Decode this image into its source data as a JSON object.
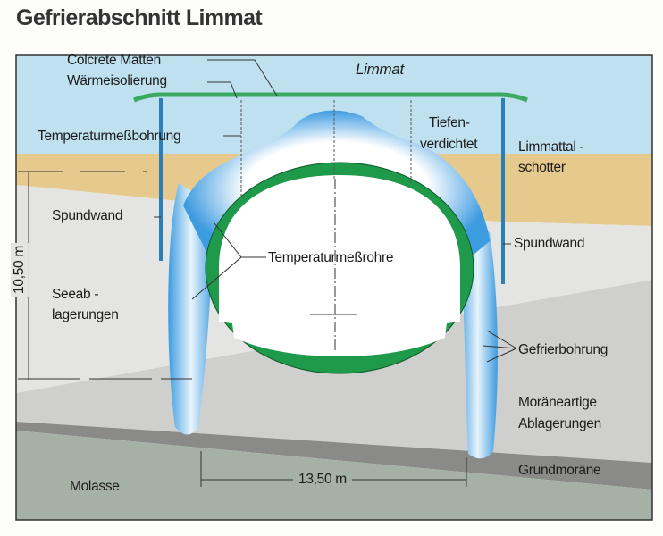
{
  "title": "Gefrierabschnitt Limmat",
  "labels": {
    "colcrete": "Colcrete Matten",
    "waermeisolierung": "Wärmeisolierung",
    "limmat": "Limmat",
    "temp_bohrung": "Temperaturmeßbohrung",
    "tiefen": "Tiefen-",
    "verdichtet": "verdichtet",
    "limmattal": "Limmattal -",
    "schotter": "schotter",
    "spundwand_left": "Spundwand",
    "spundwand_right": "Spundwand",
    "temp_rohre": "Temperaturmeßrohre",
    "seeab": "Seeab -",
    "lagerungen": "lagerungen",
    "gefrierbohrung": "Gefrierbohrung",
    "moraene1": "Moräneartige",
    "moraene2": "Ablagerungen",
    "grundmoraene": "Grundmoräne",
    "molasse": "Molasse"
  },
  "dimensions": {
    "height": "10,50 m",
    "width": "13,50 m"
  },
  "colors": {
    "water": "#bfe0ef",
    "gravel": "#e6c98d",
    "lake": "#e4e4e2",
    "moraine": "#cfcfcd",
    "ground_moraine": "#8a8a88",
    "molasse": "#a6b1a6",
    "lining": "#1f9a4a",
    "ice": "#3d9be0",
    "sheet_pile": "#2a7fb8"
  }
}
